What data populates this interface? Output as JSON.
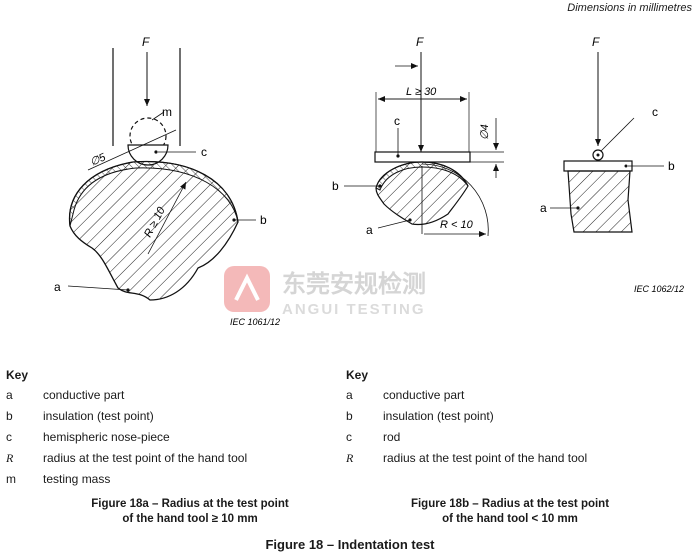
{
  "header": {
    "dimensions_note": "Dimensions in millimetres"
  },
  "figure_a": {
    "labels": {
      "F": "F",
      "m": "m",
      "c": "c",
      "b": "b",
      "a": "a",
      "dia": "∅5",
      "radius": "R ≥ 10"
    },
    "iec": "IEC   1061/12",
    "caption_line1": "Figure 18a – Radius at the test point",
    "caption_line2": "of the hand tool ≥ 10 mm"
  },
  "figure_b": {
    "labels": {
      "F1": "F",
      "F2": "F",
      "L": "L ≥ 30",
      "c1": "c",
      "c2": "c",
      "dia4": "∅4",
      "b1": "b",
      "b2": "b",
      "a1": "a",
      "a2": "a",
      "radius": "R < 10"
    },
    "iec": "IEC   1062/12",
    "caption_line1": "Figure 18b – Radius at the test point",
    "caption_line2": "of the hand tool < 10 mm"
  },
  "watermark": {
    "cn": "东莞安规检测",
    "en": "ANGUI TESTING",
    "brand_color": "#e23a3a"
  },
  "key_left": {
    "title": "Key",
    "items": [
      {
        "k": "a",
        "d": "conductive part"
      },
      {
        "k": "b",
        "d": "insulation (test point)"
      },
      {
        "k": "c",
        "d": "hemispheric nose-piece"
      },
      {
        "k": "R",
        "d": "radius at the test point of the hand tool"
      },
      {
        "k": "m",
        "d": "testing mass"
      }
    ]
  },
  "key_right": {
    "title": "Key",
    "items": [
      {
        "k": "a",
        "d": "conductive part"
      },
      {
        "k": "b",
        "d": "insulation (test point)"
      },
      {
        "k": "c",
        "d": "rod"
      },
      {
        "k": "R",
        "d": "radius at the test point of the hand tool"
      }
    ]
  },
  "main_caption": "Figure 18 – Indentation test"
}
